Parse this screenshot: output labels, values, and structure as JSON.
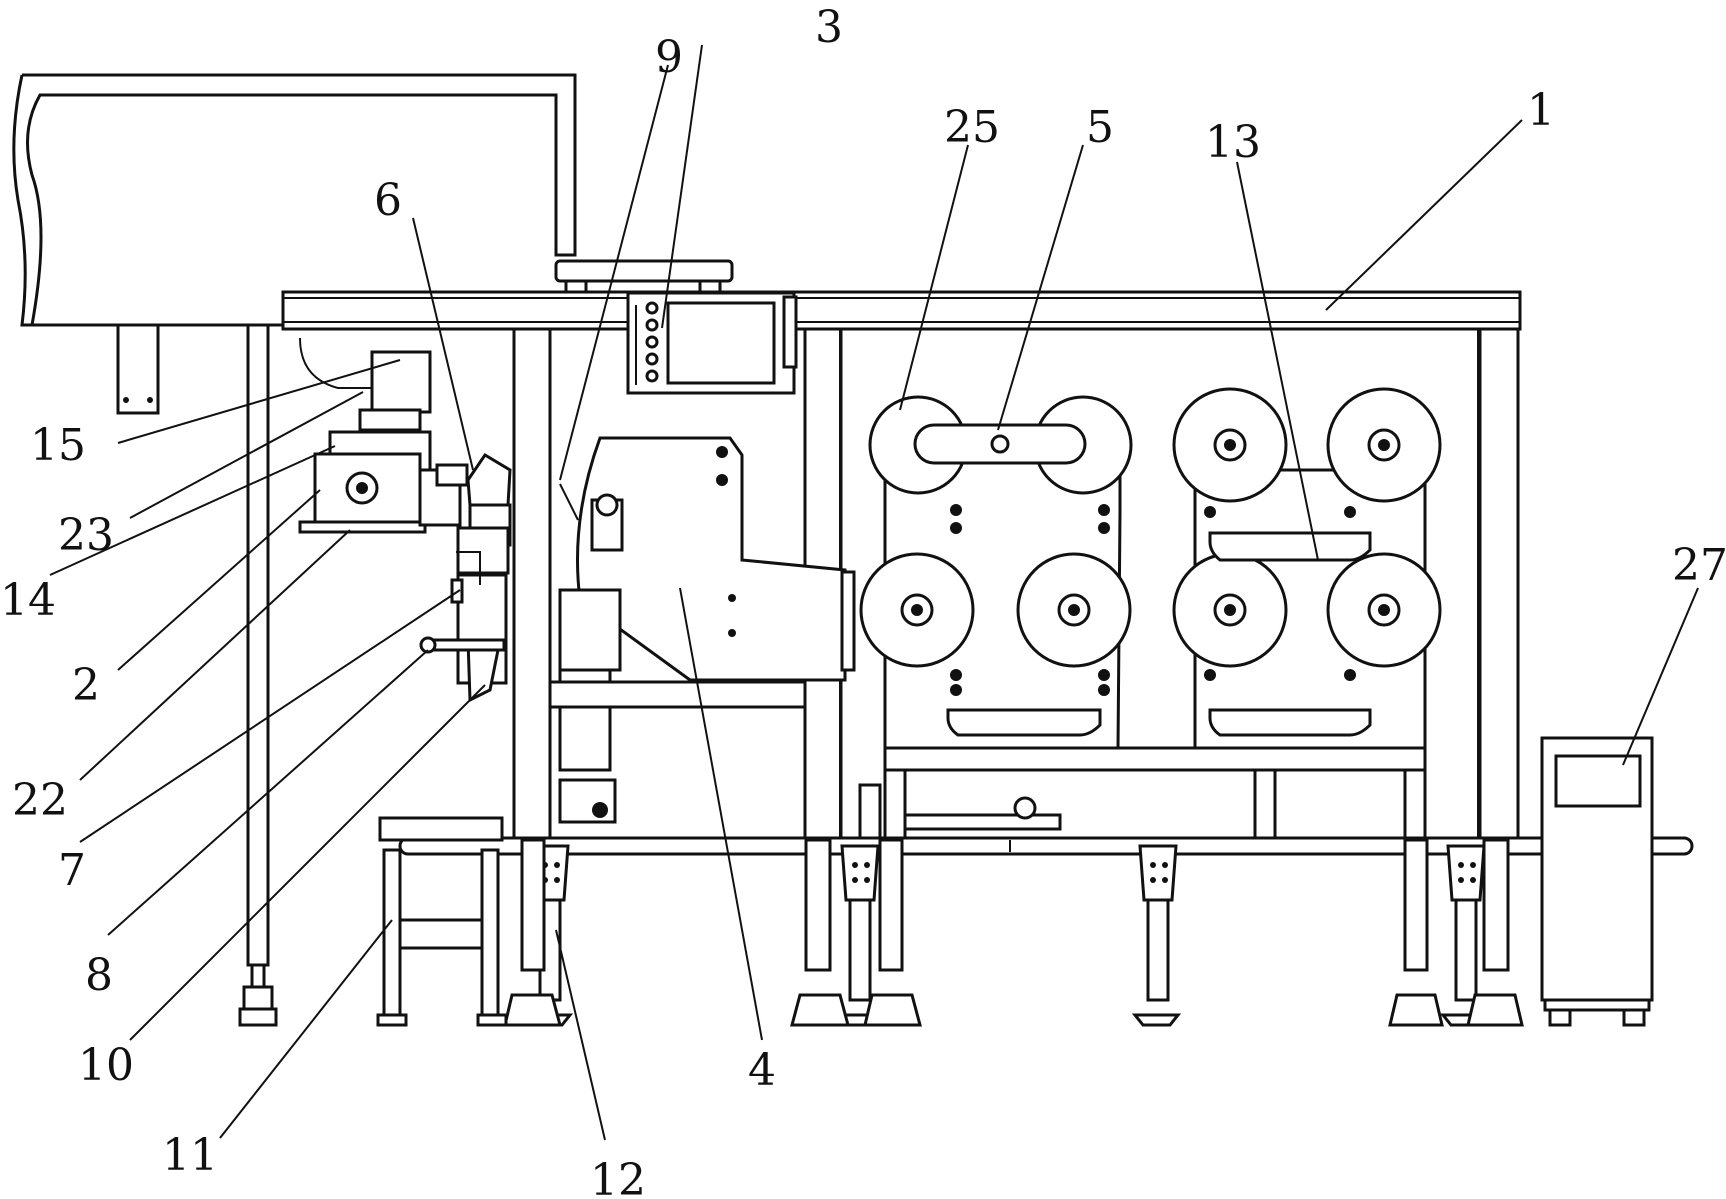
{
  "figure": {
    "labels": {
      "l1": "1",
      "l2": "2",
      "l3": "3",
      "l4": "4",
      "l5": "5",
      "l6": "6",
      "l7": "7",
      "l8": "8",
      "l9": "9",
      "l10": "10",
      "l11": "11",
      "l12": "12",
      "l13": "13",
      "l14": "14",
      "l15": "15",
      "l22": "22",
      "l23": "23",
      "l25": "25",
      "l27": "27"
    }
  }
}
